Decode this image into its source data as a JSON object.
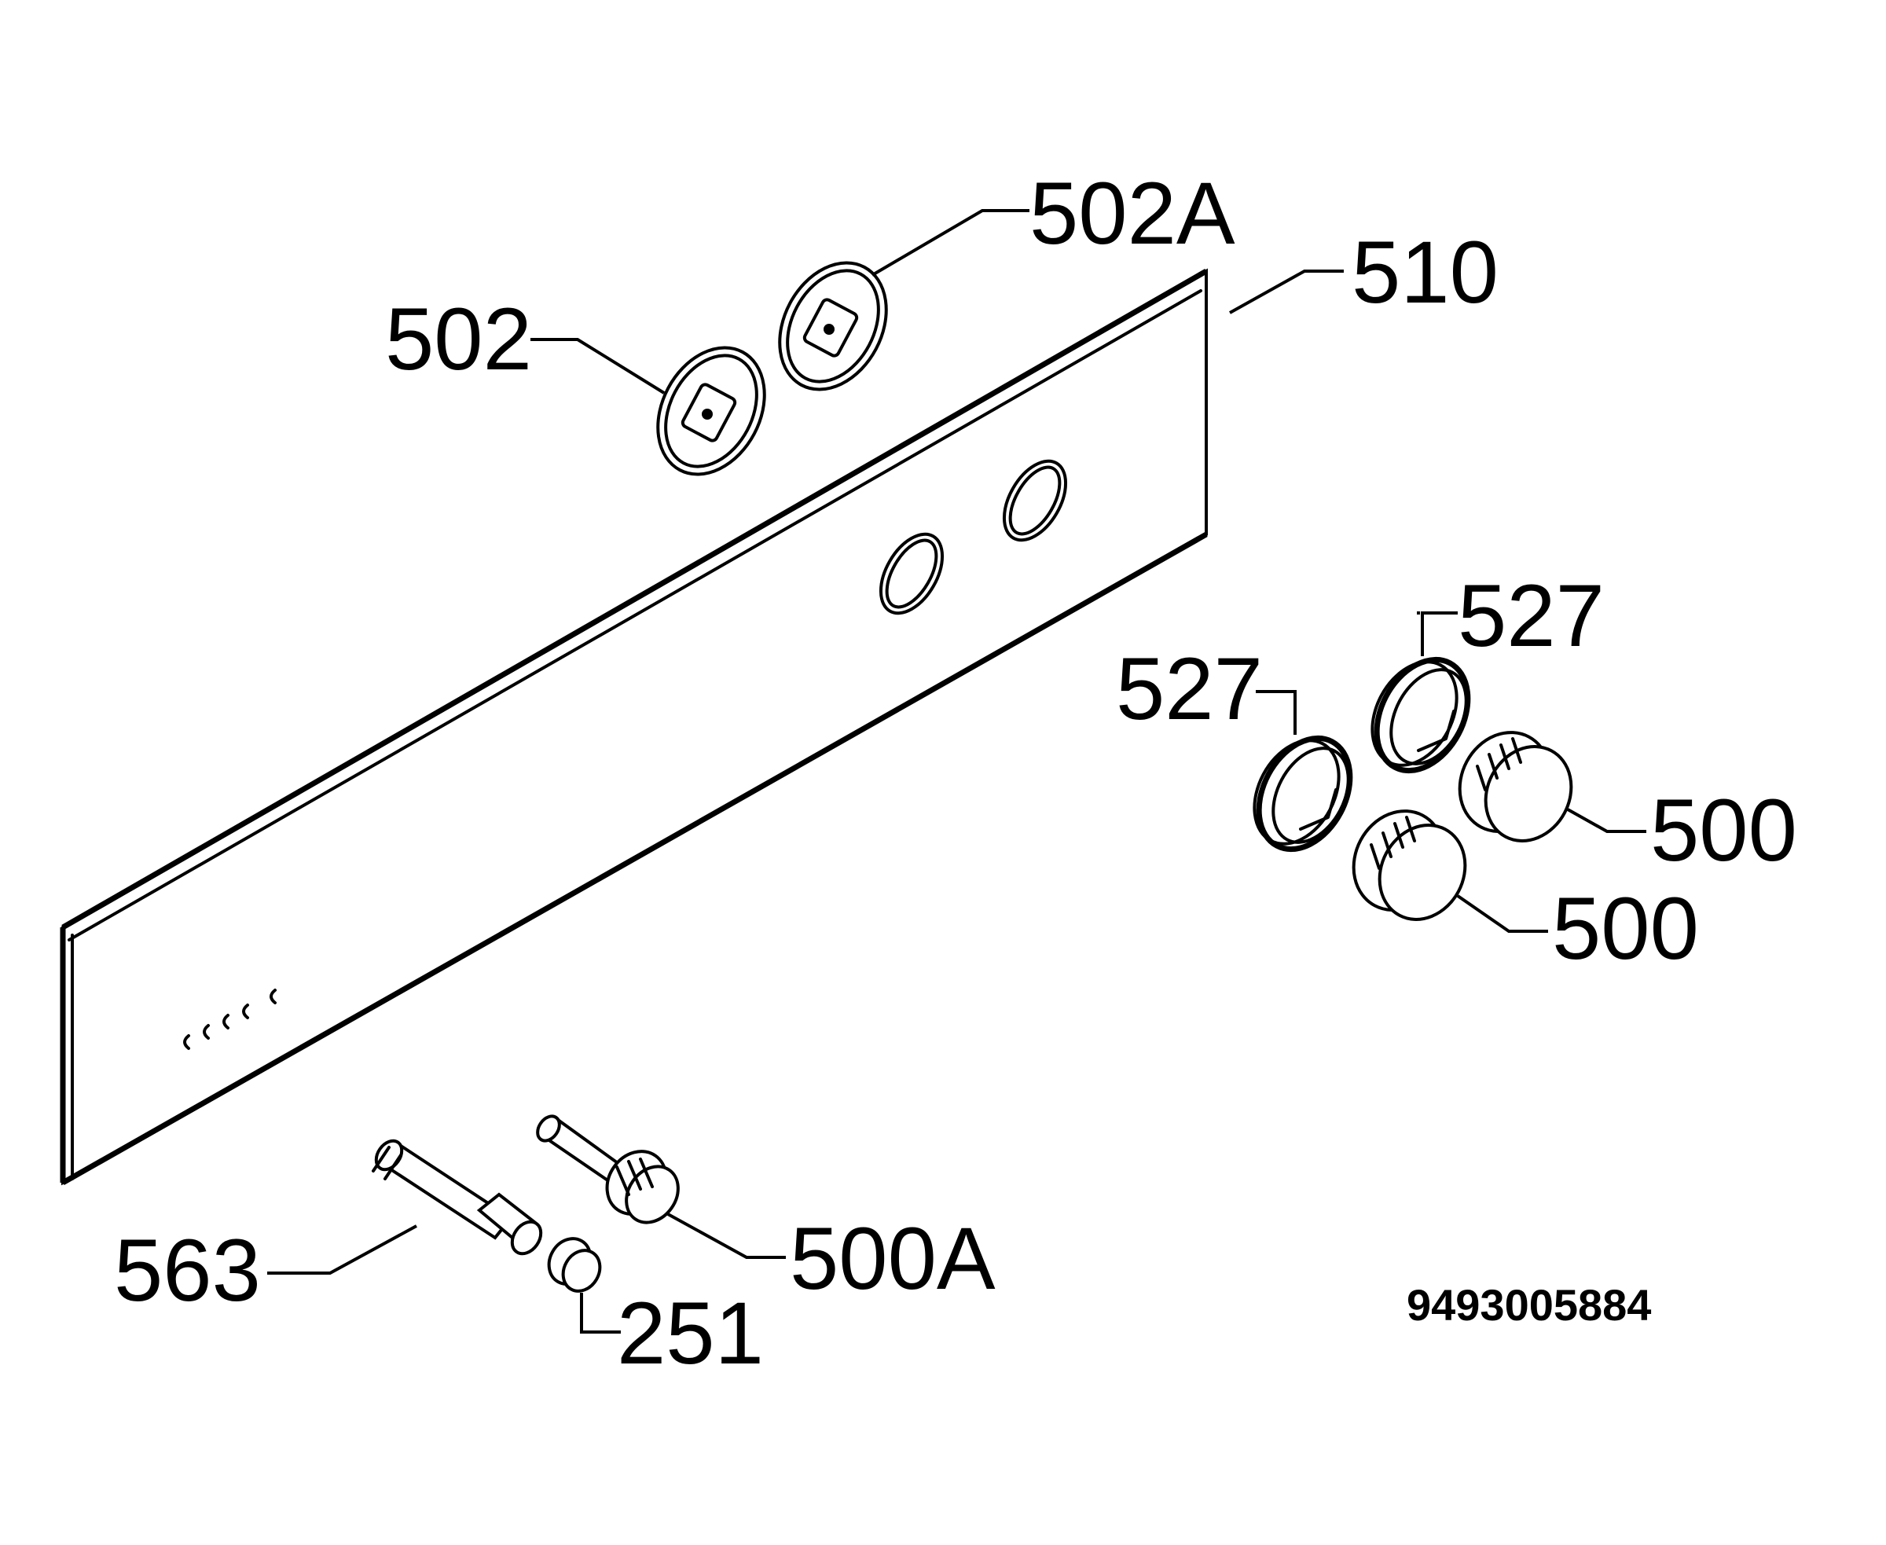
{
  "labels": {
    "l502": "502",
    "l502A": "502A",
    "l510": "510",
    "l527_left": "527",
    "l527_right": "527",
    "l500_upper": "500",
    "l500_lower": "500",
    "l563": "563",
    "l500A": "500A",
    "l251": "251"
  },
  "drawing_number": "9493005884"
}
